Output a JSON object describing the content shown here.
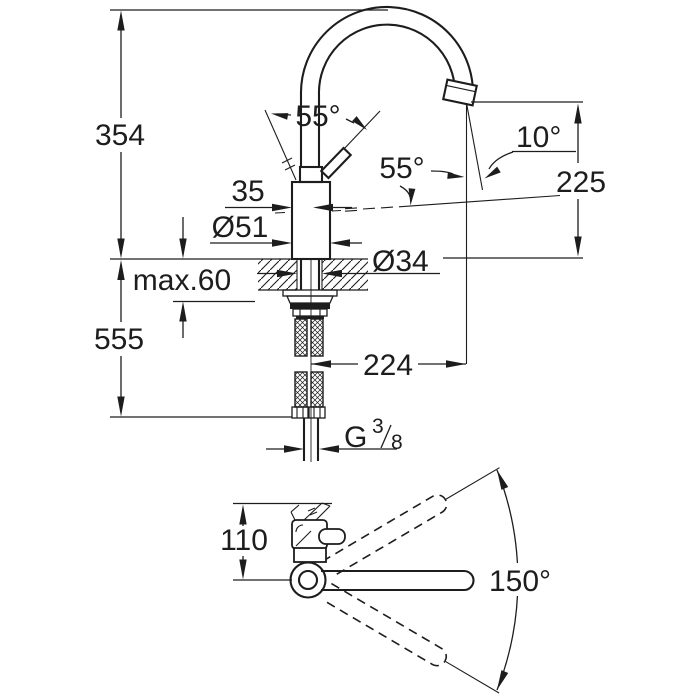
{
  "drawing": {
    "colors": {
      "line": "#1d1d1d",
      "background": "#ffffff"
    },
    "dimensions": {
      "total_height": "354",
      "center_to_front": "35",
      "body_diameter": "Ø51",
      "max_mounting_thickness": "max.60",
      "hose_length": "555",
      "spout_reach": "224",
      "hole_diameter": "Ø34",
      "outlet_height": "225",
      "handle_angle_left": "55°",
      "handle_angle_right": "55°",
      "stream_angle": "10°",
      "base_depth": "110",
      "swivel_range": "150°",
      "thread": {
        "prefix": "G",
        "numerator": "3",
        "denominator": "8"
      }
    }
  }
}
